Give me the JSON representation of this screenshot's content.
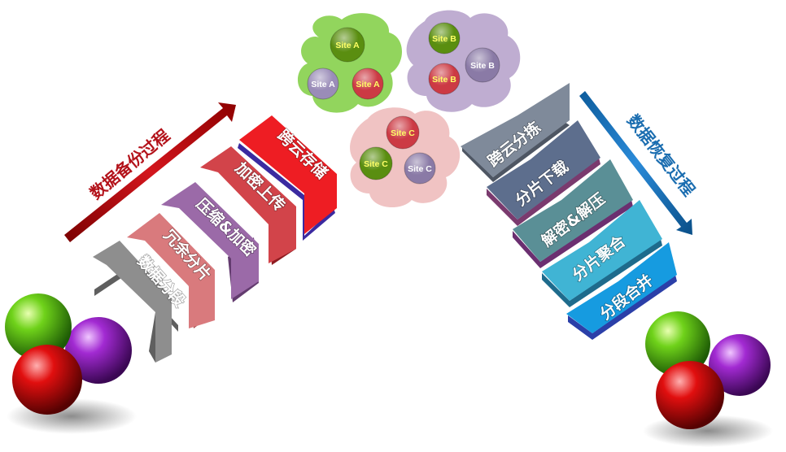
{
  "backup": {
    "title": "数据备份过程",
    "steps": [
      {
        "label": "数据分段",
        "color": "#8e8e8e",
        "side": "#5f5f5f"
      },
      {
        "label": "冗余分片",
        "color": "#d97a7d",
        "side": "#a64548"
      },
      {
        "label": "压缩&加密",
        "color": "#9b6aa8",
        "side": "#633b6f"
      },
      {
        "label": "加密上传",
        "color": "#d2444a",
        "side": "#8f1c21"
      },
      {
        "label": "跨云存储",
        "color": "#ee1d23",
        "side": "#3b2aa0"
      }
    ]
  },
  "restore": {
    "title": "数据恢复过程",
    "steps": [
      {
        "label": "跨云分拣",
        "color": "#7f8a9a",
        "side": "#4e5663"
      },
      {
        "label": "分片下载",
        "color": "#5d6e8d",
        "side": "#7a3a6e"
      },
      {
        "label": "解密&解压",
        "color": "#5a8f96",
        "side": "#6b2f70"
      },
      {
        "label": "分片聚合",
        "color": "#40b4d4",
        "side": "#1e6b8c"
      },
      {
        "label": "分段合并",
        "color": "#169be0",
        "side": "#2b3fa8"
      }
    ]
  },
  "clouds": [
    {
      "name": "cloud-site-a",
      "color": "#86d04b",
      "sites": [
        {
          "label": "Site A",
          "fill": "#5a8e10",
          "text": "#ffff66"
        },
        {
          "label": "Site A",
          "fill": "#9a8cb8",
          "text": "#ffffff"
        },
        {
          "label": "Site A",
          "fill": "#cc3a44",
          "text": "#ffff66"
        }
      ]
    },
    {
      "name": "cloud-site-b",
      "color": "#b8a4cc",
      "sites": [
        {
          "label": "Site B",
          "fill": "#5a8e10",
          "text": "#ffff66"
        },
        {
          "label": "Site B",
          "fill": "#cc3a44",
          "text": "#ffff66"
        },
        {
          "label": "Site B",
          "fill": "#8a7aa6",
          "text": "#ffffff"
        }
      ]
    },
    {
      "name": "cloud-site-c",
      "color": "#eebcbc",
      "sites": [
        {
          "label": "Site C",
          "fill": "#cc3a44",
          "text": "#ffff66"
        },
        {
          "label": "Site C",
          "fill": "#5a8e10",
          "text": "#ffff66"
        },
        {
          "label": "Site C",
          "fill": "#8a7aa6",
          "text": "#ffffff"
        }
      ]
    }
  ],
  "colors": {
    "backup_arrow": "#b3121a",
    "restore_arrow": "#1a6db0"
  }
}
